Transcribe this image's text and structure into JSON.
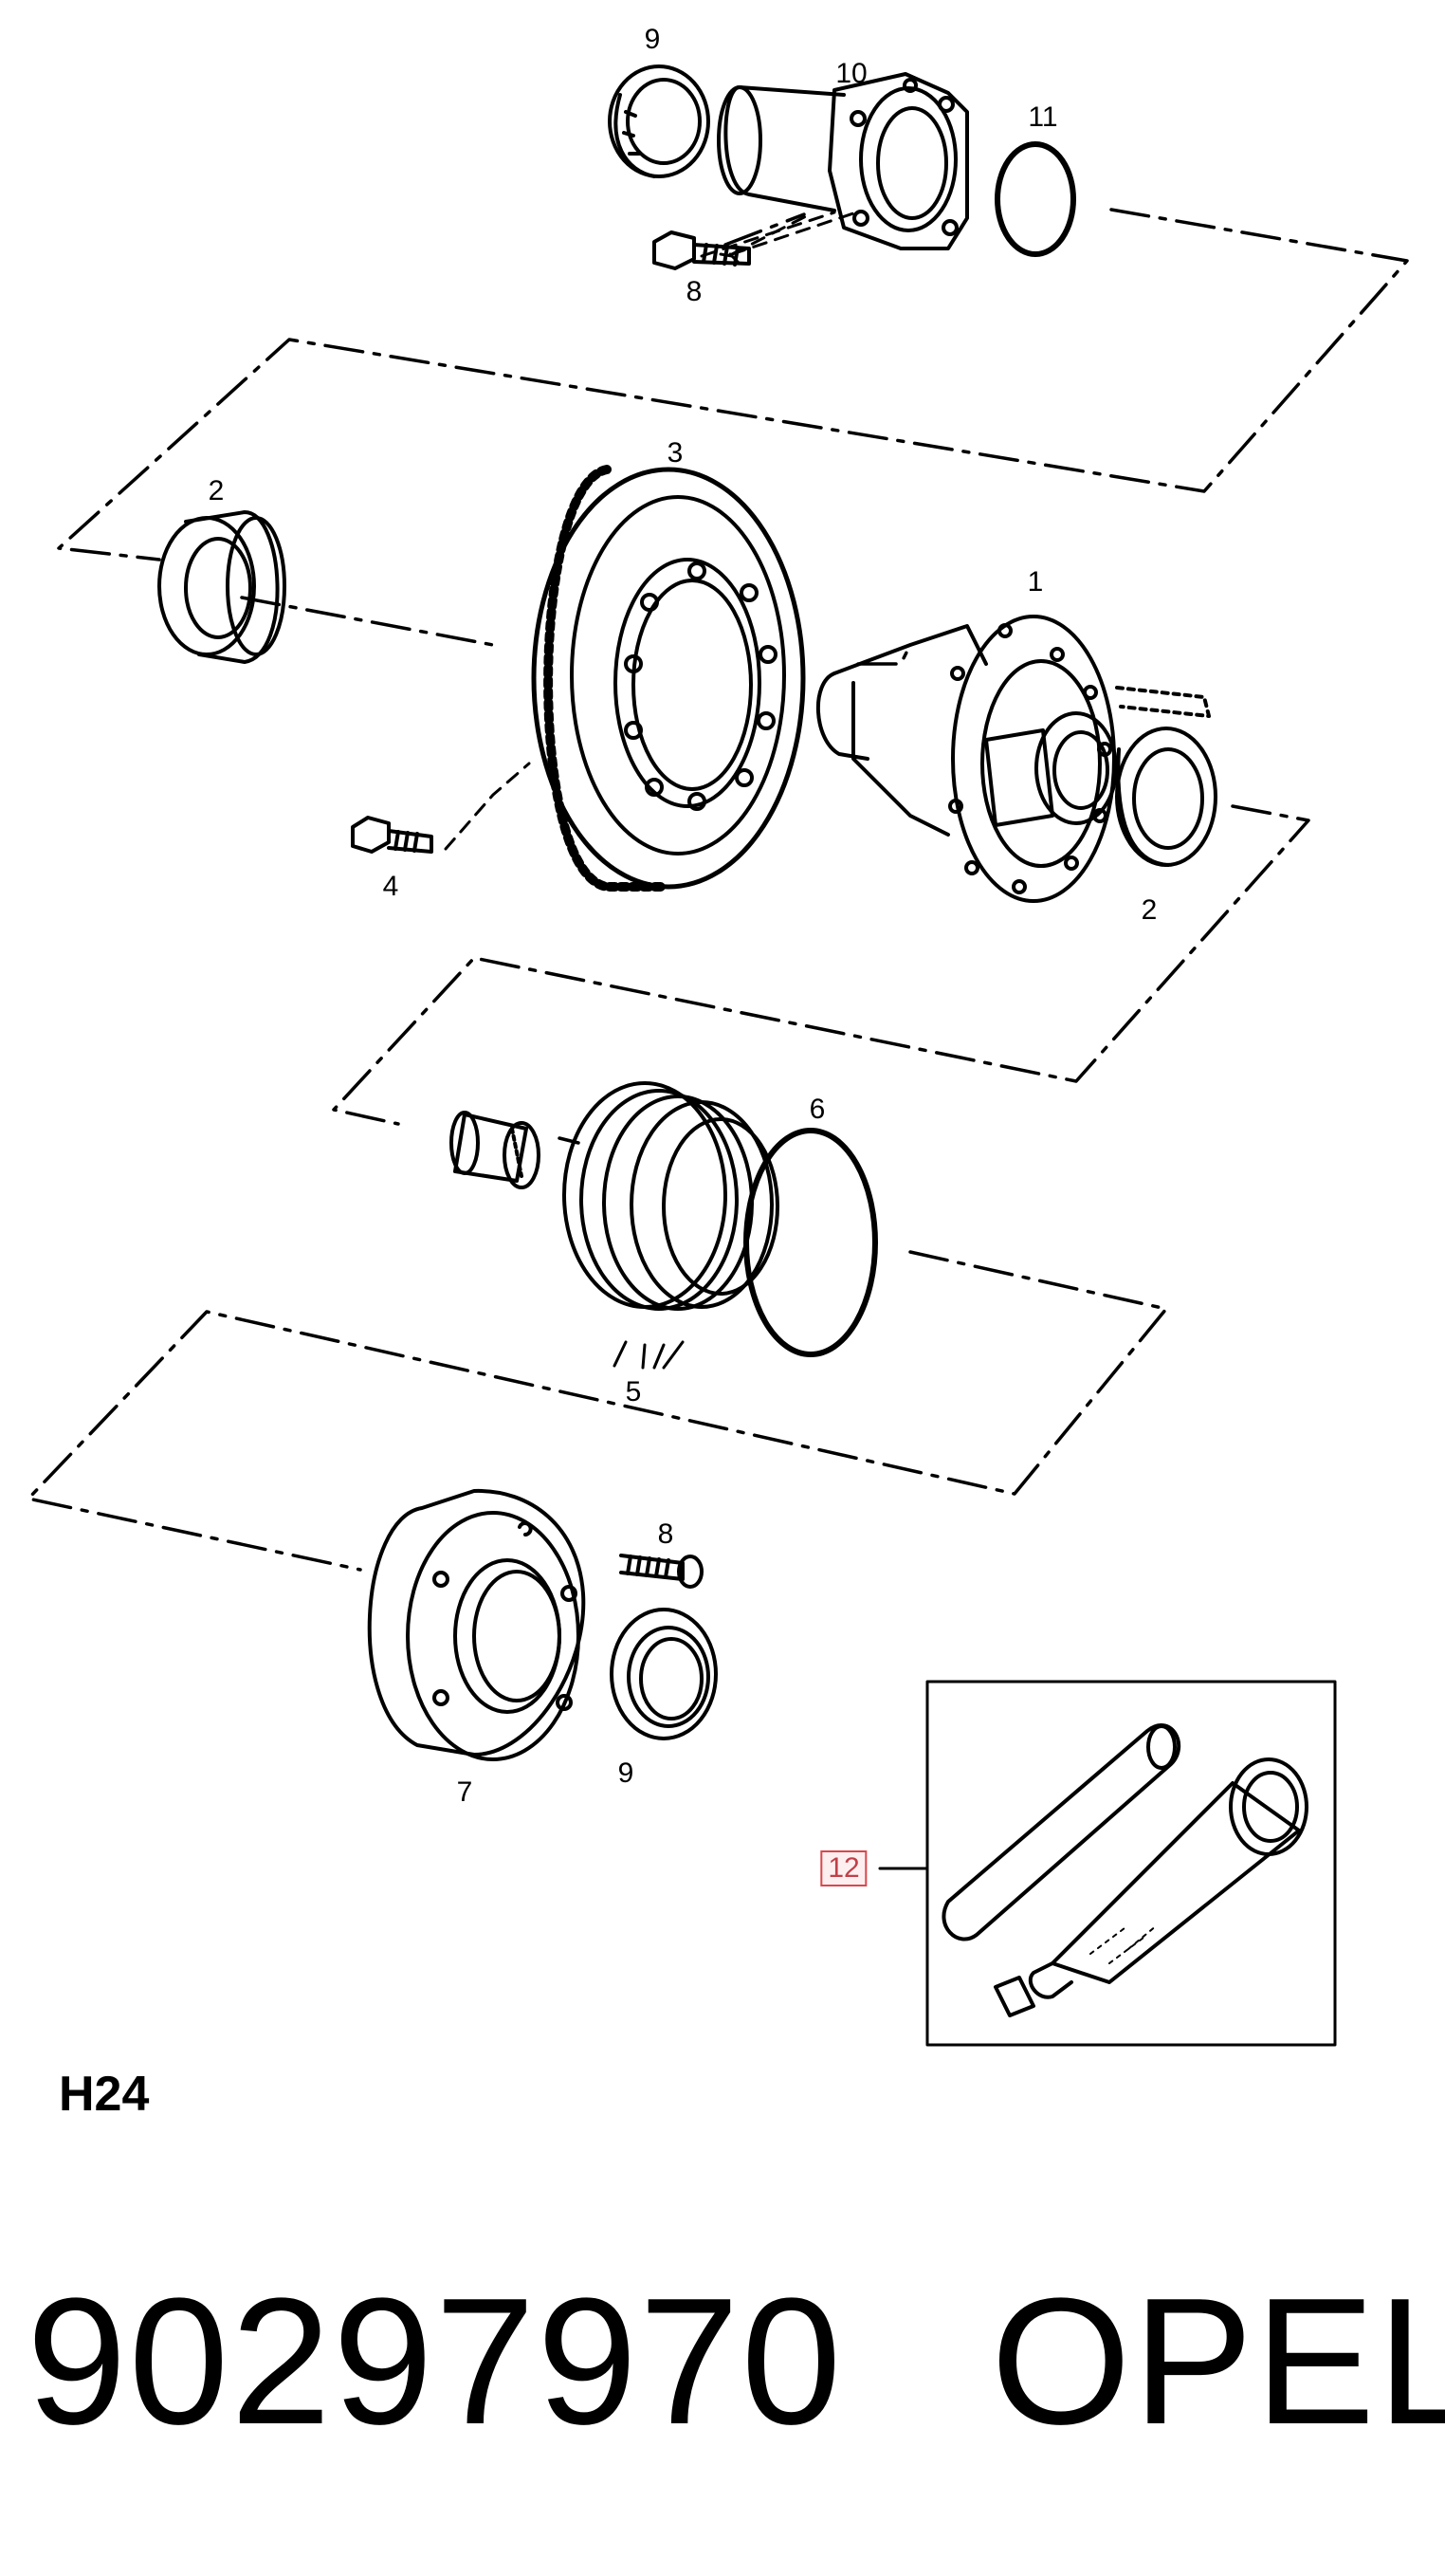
{
  "diagram": {
    "callouts": {
      "c1": "1",
      "c2a": "2",
      "c2b": "2",
      "c3": "3",
      "c4": "4",
      "c5": "5",
      "c6": "6",
      "c7": "7",
      "c8a": "8",
      "c8b": "8",
      "c9a": "9",
      "c9b": "9",
      "c10": "10",
      "c11": "11",
      "c12": "12"
    },
    "section_code": "H24"
  },
  "footer": {
    "part_number": "90297970",
    "brand": "OPEL"
  }
}
